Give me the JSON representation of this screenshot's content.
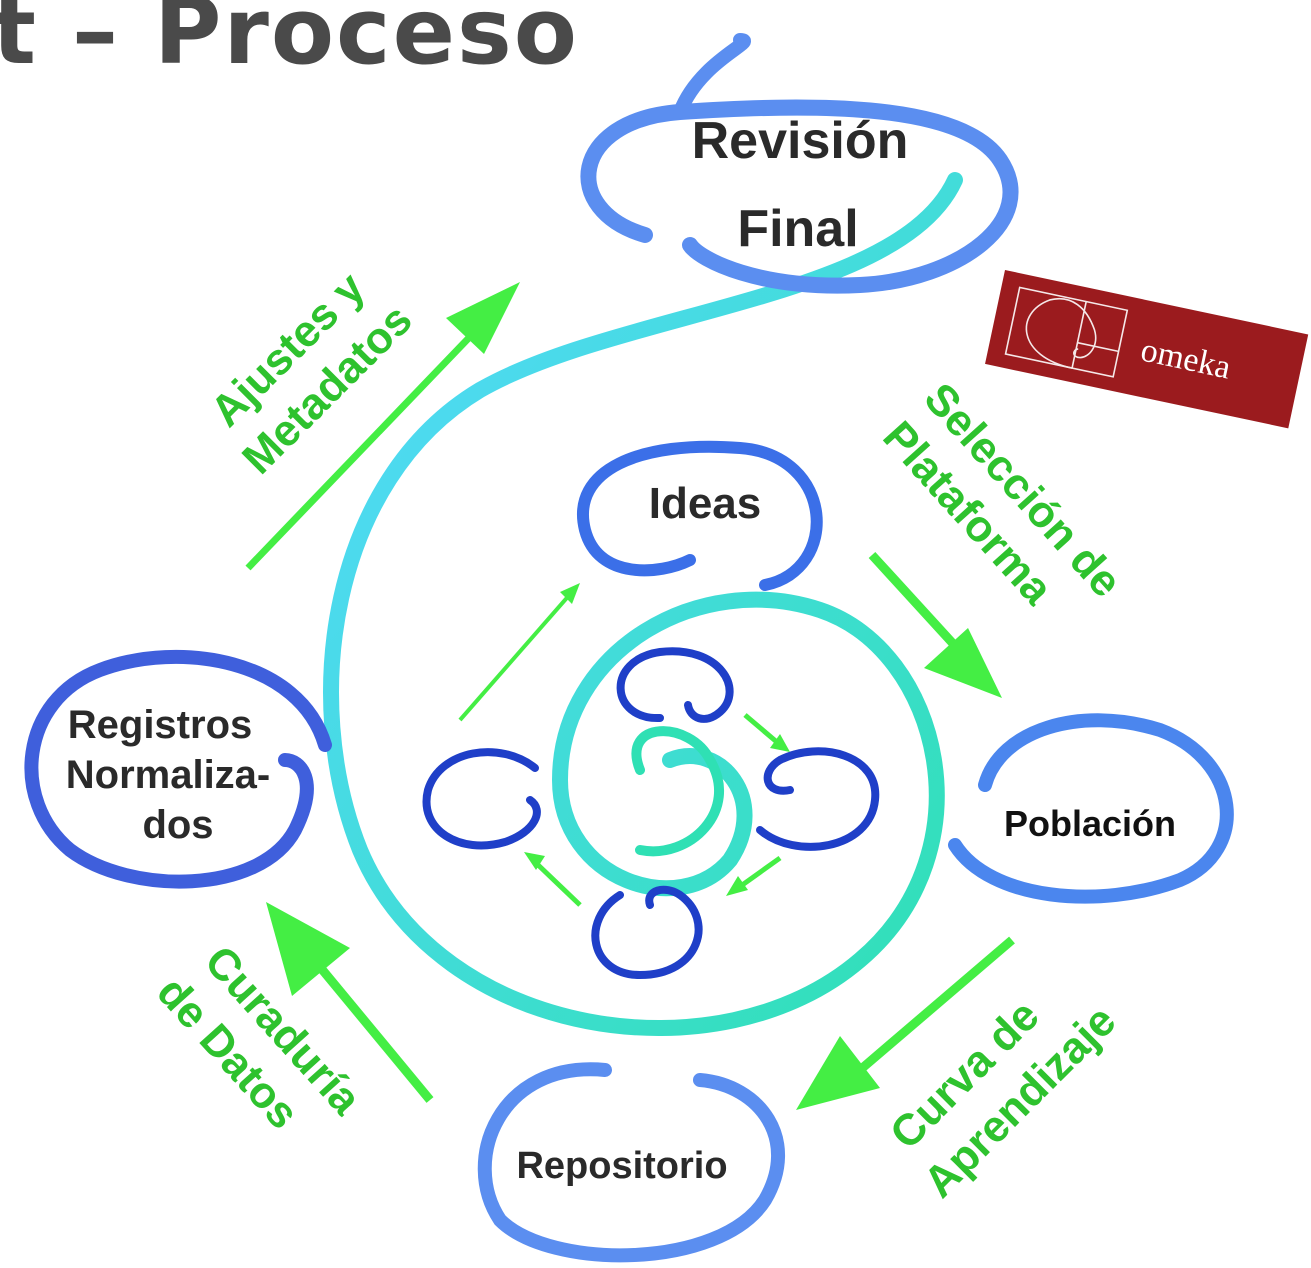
{
  "slide": {
    "title": "t – Proceso"
  },
  "nodes": {
    "revision": [
      "Revisión",
      "Final"
    ],
    "ideas": "Ideas",
    "poblacion": "Población",
    "repositorio": "Repositorio",
    "registros": [
      "Registros",
      "Normaliza-",
      "dos"
    ]
  },
  "steps": {
    "ajustes": [
      "Ajustes y",
      "Metadatos"
    ],
    "seleccion": [
      "Selección de",
      "Plataforma"
    ],
    "curva": [
      "Curva de",
      "Aprendizaje"
    ],
    "curaduria": [
      "Curaduría",
      "de Datos"
    ]
  },
  "logo": {
    "text": "omeka",
    "color": "#9b1b1e"
  },
  "colors": {
    "outer_spiral": "#5b8ef0",
    "inner_spiral": "#2fe0b4",
    "core_spiral": "#1f3fc8",
    "arrow": "#44ee44",
    "step_text": "#2ec22e"
  }
}
